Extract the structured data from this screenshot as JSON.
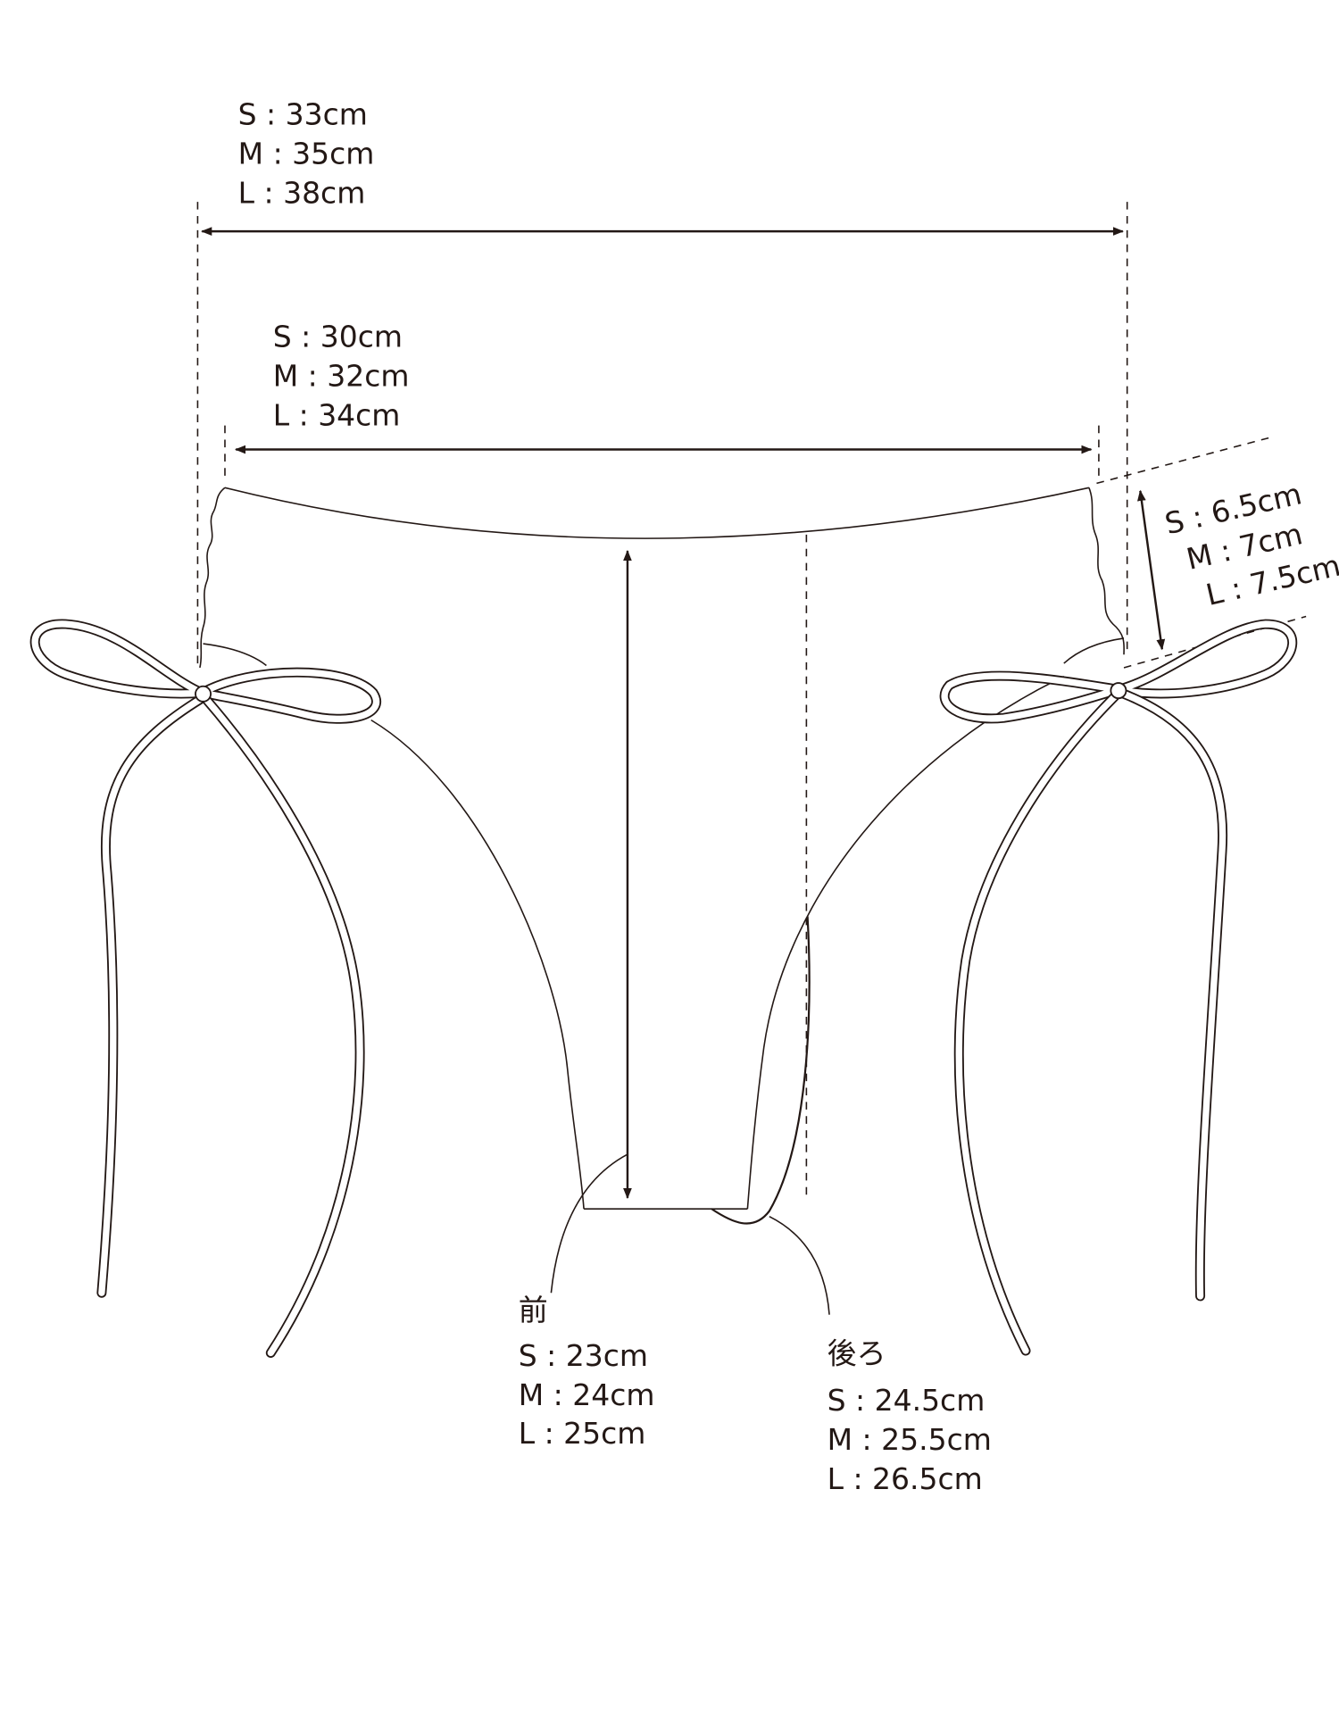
{
  "hip_width": {
    "lines": [
      "S : 33cm",
      "M : 35cm",
      "L : 38cm"
    ]
  },
  "waist_width": {
    "lines": [
      "S : 30cm",
      "M : 32cm",
      "L : 34cm"
    ]
  },
  "side_height": {
    "lines": [
      "S : 6.5cm",
      "M : 7cm",
      "L : 7.5cm"
    ]
  },
  "front_rise": {
    "title": "前",
    "lines": [
      "S : 23cm",
      "M : 24cm",
      "L : 25cm"
    ]
  },
  "back_rise": {
    "title": "後ろ",
    "lines": [
      "S : 24.5cm",
      "M : 25.5cm",
      "L : 26.5cm"
    ]
  }
}
